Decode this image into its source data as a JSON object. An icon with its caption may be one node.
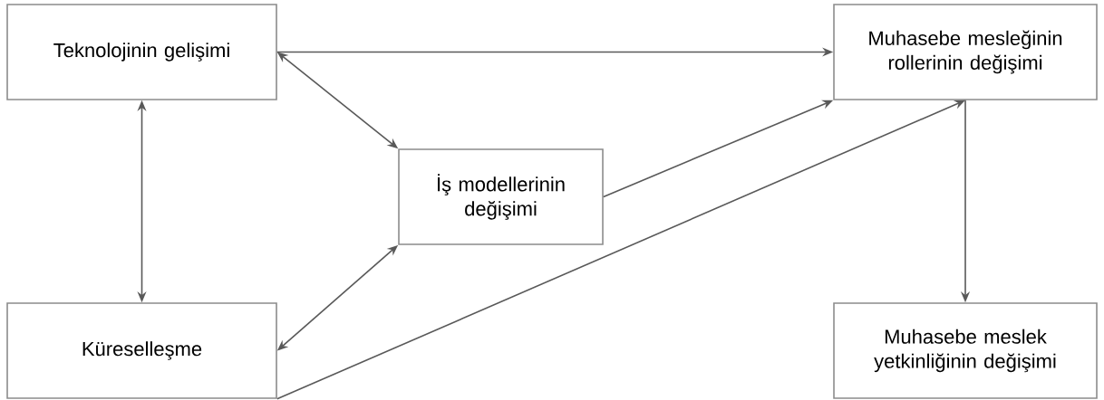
{
  "diagram": {
    "nodes": [
      {
        "text": [
          "Teknolojinin gelişimi"
        ]
      },
      {
        "text": [
          "Muhasebe mesleğinin rollerinin değişimi"
        ]
      },
      {
        "text": [
          "İş modellerinin değişimi"
        ]
      },
      {
        "text": [
          "Küreselleşme"
        ]
      },
      {
        "text": [
          "Muhasebe meslek yetkinliğinin değişimi"
        ]
      }
    ],
    "edges": [
      {
        "from": 0,
        "to": 1,
        "arrow": "to"
      },
      {
        "from": 0,
        "to": 2,
        "arrow": "both"
      },
      {
        "from": 0,
        "to": 3,
        "arrow": "both"
      },
      {
        "from": 3,
        "to": 2,
        "arrow": "both"
      },
      {
        "from": 2,
        "to": 1,
        "arrow": "to"
      },
      {
        "from": 3,
        "to": 1,
        "arrow": "to"
      },
      {
        "from": 1,
        "to": 4,
        "arrow": "to"
      }
    ]
  }
}
